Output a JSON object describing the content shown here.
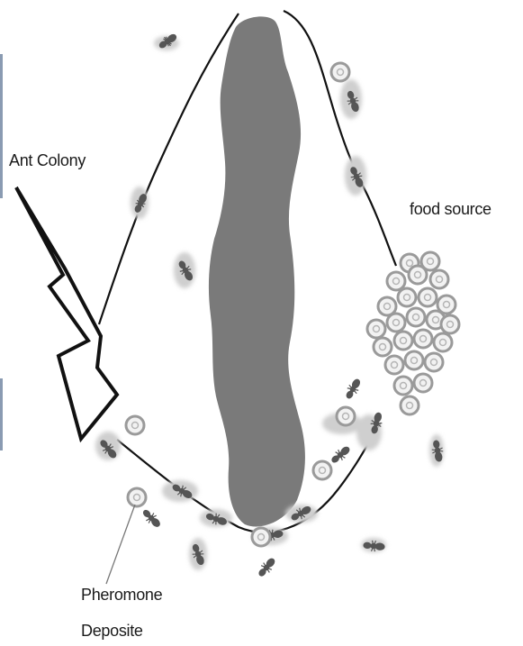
{
  "labels": {
    "ant_colony": "Ant Colony",
    "food_source": "food source",
    "pheromone_line1": "Pheromone",
    "pheromone_line2": "Deposite"
  },
  "colors": {
    "obstacle": "#7a7a7a",
    "path": "#111111",
    "nest_outline": "#111111",
    "pheromone": "#9a9a9a",
    "ant": "#555555"
  }
}
